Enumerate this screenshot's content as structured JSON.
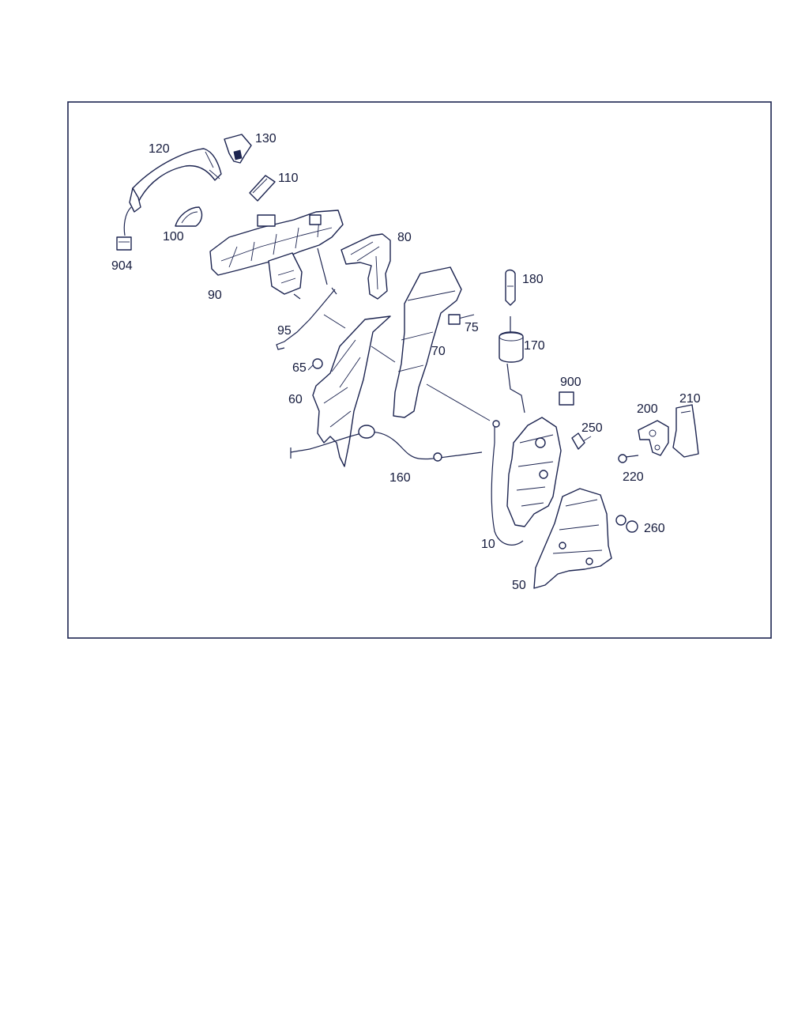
{
  "diagram": {
    "callouts": {
      "c120": "120",
      "c130": "130",
      "c110": "110",
      "c100": "100",
      "c904": "904",
      "c90": "90",
      "c80": "80",
      "c95": "95",
      "c65": "65",
      "c60": "60",
      "c70": "70",
      "c75": "75",
      "c180": "180",
      "c170": "170",
      "c900": "900",
      "c160": "160",
      "c10": "10",
      "c250": "250",
      "c200": "200",
      "c210": "210",
      "c220": "220",
      "c260": "260",
      "c50": "50"
    }
  },
  "colors": {
    "line": "#1c2450",
    "background": "#ffffff"
  }
}
